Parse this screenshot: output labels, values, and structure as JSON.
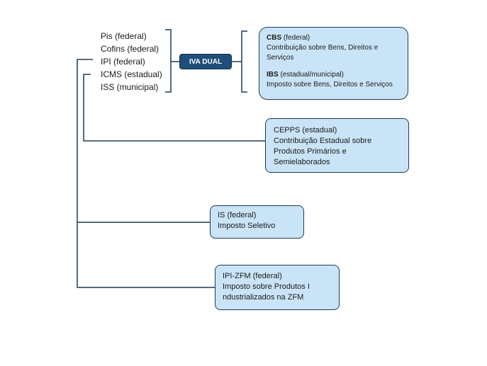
{
  "taxes": [
    {
      "label": "Pis (federal)"
    },
    {
      "label": "Cofins (federal)"
    },
    {
      "label": "IPI (federal)"
    },
    {
      "label": "ICMS (estadual)"
    },
    {
      "label": "ISS (municipal)"
    }
  ],
  "iva_dual": {
    "label": "IVA DUAL"
  },
  "cbs_ibs": {
    "cbs_acronym": "CBS",
    "cbs_scope": " (federal)",
    "cbs_name_1": "Contribuição sobre Bens, Direitos e",
    "cbs_name_2": "Serviços",
    "ibs_acronym": "IBS",
    "ibs_scope": " (estadual/municipal)",
    "ibs_name": "Imposto sobre Bens, Direitos e Serviços"
  },
  "cepps": {
    "title": "CEPPS (estadual)",
    "line1": "Contribuição Estadual sobre",
    "line2": "Produtos Primários e",
    "line3": "Semielaborados"
  },
  "is": {
    "title": "IS (federal)",
    "line1": "Imposto Seletivo"
  },
  "ipi_zfm": {
    "title": "IPI-ZFM (federal)",
    "line1": "Imposto sobre Produtos I",
    "line2": "ndustrializados na ZFM"
  },
  "colors": {
    "box_fill": "#c9e4f6",
    "box_border": "#1f3b57",
    "badge_fill": "#1f4e79",
    "connector": "#1f3b57"
  }
}
